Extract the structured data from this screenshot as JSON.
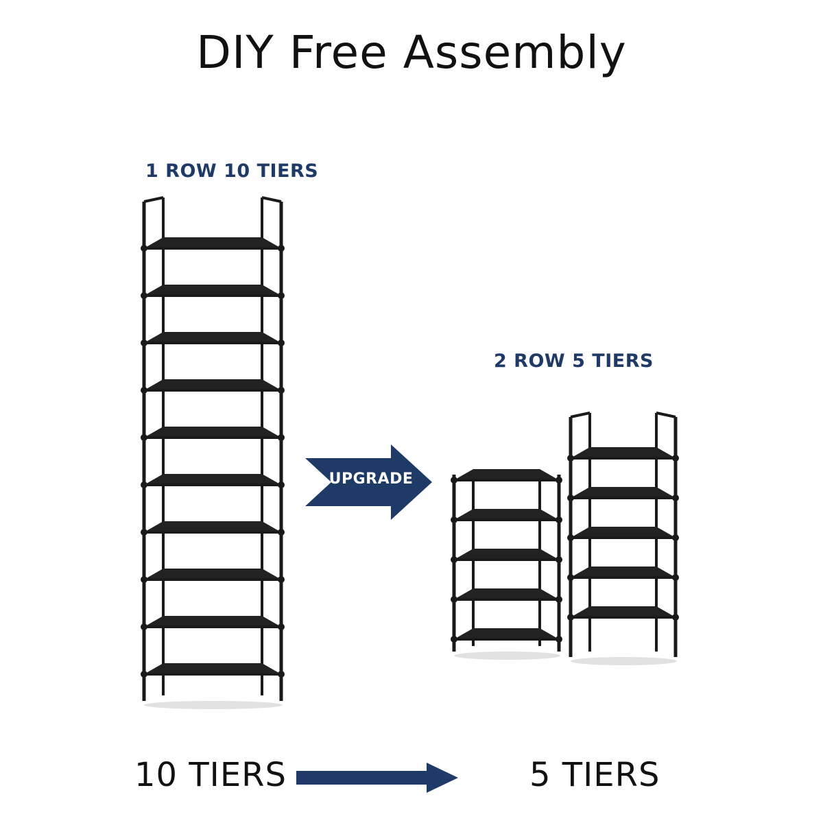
{
  "title": "DIY Free Assembly",
  "labels": {
    "one_row": "1 ROW 10 TIERS",
    "two_row": "2 ROW 5 TIERS",
    "upgrade": "UPGRADE",
    "from_tiers": "10 TIERS",
    "to_tiers": "5 TIERS"
  },
  "colors": {
    "accent_blue": "#1f3a66",
    "rack_frame": "#1a1a1a",
    "shelf_fabric": "#222222"
  },
  "racks": {
    "tall_rack_tiers": 10,
    "short_rack_tiers": 5,
    "short_rack_count": 2
  }
}
